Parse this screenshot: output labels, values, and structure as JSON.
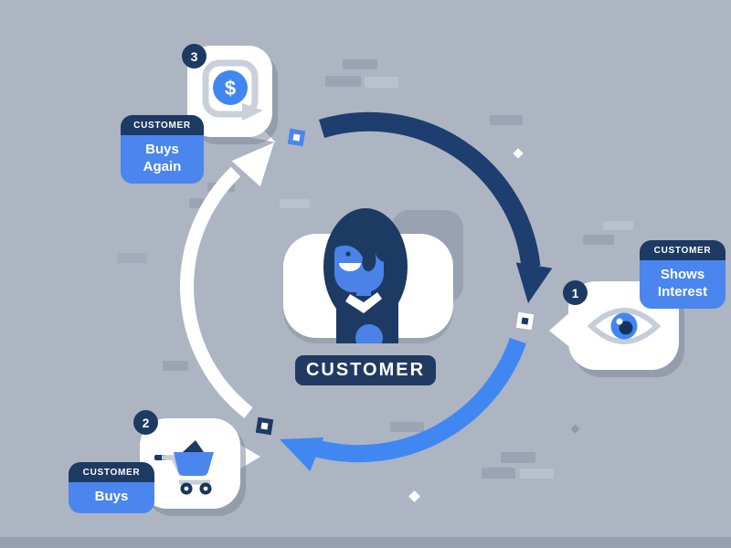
{
  "title": "Customer lifecycle loop diagram",
  "palette": {
    "background": "#adb5c2",
    "navy": "#1d3a63",
    "blue": "#4a86ee",
    "bright_blue": "#4187f2",
    "white": "#ffffff",
    "icon_gray": "#c9d0da",
    "deco_dark": "#9aa4b2",
    "deco_light": "#b9c1cd"
  },
  "center": {
    "label": "CUSTOMER",
    "icon": "customer-avatar"
  },
  "stages": [
    {
      "number": "1",
      "header": "CUSTOMER",
      "body": "Shows\nInterest",
      "icon": "eye-icon"
    },
    {
      "number": "2",
      "header": "CUSTOMER",
      "body": "Buys",
      "icon": "shopping-cart-icon"
    },
    {
      "number": "3",
      "header": "CUSTOMER",
      "body": "Buys\nAgain",
      "icon": "repeat-dollar-icon"
    }
  ],
  "symbols": {
    "dollar": "$"
  },
  "arrows": [
    {
      "name": "interest-to-buy",
      "color": "#1d3e6f"
    },
    {
      "name": "buy-to-buy-again",
      "color": "#4187f2"
    },
    {
      "name": "buy-again-to-interest",
      "color": "#ffffff"
    }
  ]
}
